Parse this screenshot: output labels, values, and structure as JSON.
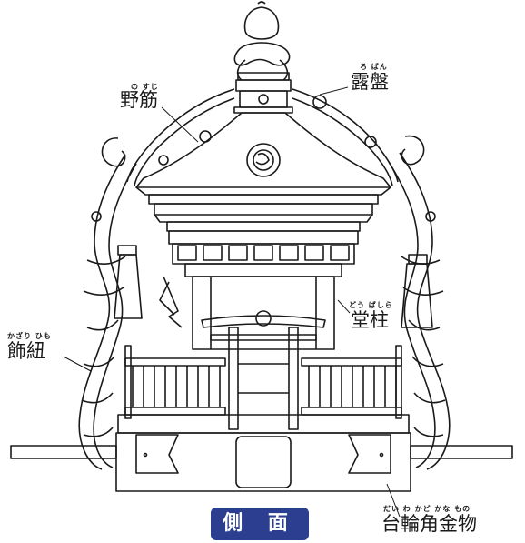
{
  "title_badge": "側 面",
  "labels": {
    "nosuji": {
      "text": "野筋",
      "ruby": "の すじ"
    },
    "roban": {
      "text": "露盤",
      "ruby": "ろ ばん"
    },
    "doubashira": {
      "text": "堂柱",
      "ruby": "どう ばしら"
    },
    "kazarihimo": {
      "text": "飾紐",
      "ruby": "かざり ひも"
    },
    "dairin": {
      "text": "台輪角金物",
      "ruby": "だい わ かど かな もの"
    }
  },
  "colors": {
    "badge": "#2b3e8f",
    "line": "#1a1a1a"
  }
}
